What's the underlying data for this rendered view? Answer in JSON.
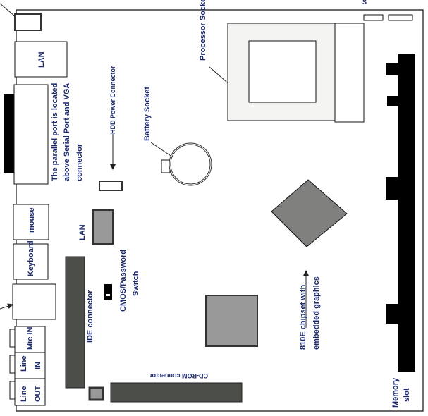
{
  "title": "Motherboard layout",
  "labels": {
    "corner_letter": "S",
    "lan_port": "LAN",
    "parallel_line1": "The parallel port is located",
    "parallel_line2": "above Serial Port and VGA",
    "parallel_line3": "connector",
    "hdd_power": "HDD Power Connector",
    "battery": "Battery Socket",
    "processor": "Processor Socket",
    "mouse": "mouse",
    "keyboard": "Keyboard",
    "lan_chip": "LAN",
    "cmos_line1": "CMOS/Password",
    "cmos_line2": "Switch",
    "ide": "IDE connector",
    "mic_in": "Mic IN",
    "line_in_1": "Line",
    "line_in_2": "IN",
    "line_out_1": "Line",
    "line_out_2": "OUT",
    "cdrom": "CD-ROM connector",
    "chipset_line1": "810E chipset with",
    "chipset_line2": "embedded graphics",
    "memory_line1": "Memory",
    "memory_line2": "slot"
  },
  "colors": {
    "label_text": "#1c2a6e",
    "dark_component": "#4c4e4a",
    "gray_component": "#999999",
    "chipset": "#80817e",
    "socket_fill": "#f4f4f2"
  }
}
